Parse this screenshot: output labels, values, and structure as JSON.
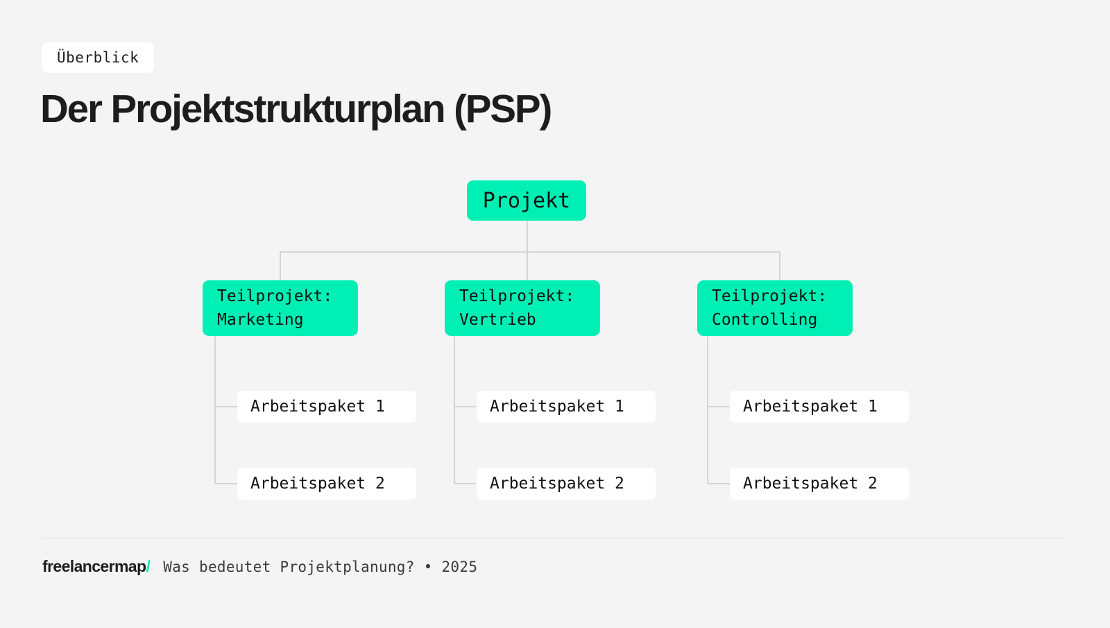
{
  "theme": {
    "background": "#f4f4f4",
    "accent": "#00efb4",
    "node_white": "#ffffff",
    "text_dark": "#1d1d1d",
    "connector": "#d4d4d4",
    "divider": "#e3e3e3"
  },
  "header": {
    "badge": "Überblick",
    "title": "Der Projektstrukturplan (PSP)"
  },
  "diagram": {
    "type": "tree",
    "root": {
      "label": "Projekt"
    },
    "branches": [
      {
        "label_line1": "Teilprojekt:",
        "label_line2": "Marketing",
        "leaves": [
          "Arbeitspaket 1",
          "Arbeitspaket 2"
        ]
      },
      {
        "label_line1": "Teilprojekt:",
        "label_line2": "Vertrieb",
        "leaves": [
          "Arbeitspaket 1",
          "Arbeitspaket 2"
        ]
      },
      {
        "label_line1": "Teilprojekt:",
        "label_line2": "Controlling",
        "leaves": [
          "Arbeitspaket 1",
          "Arbeitspaket 2"
        ]
      }
    ]
  },
  "footer": {
    "brand": "freelancermap",
    "brand_slash": "/",
    "meta": "Was bedeutet Projektplanung? • 2025"
  }
}
